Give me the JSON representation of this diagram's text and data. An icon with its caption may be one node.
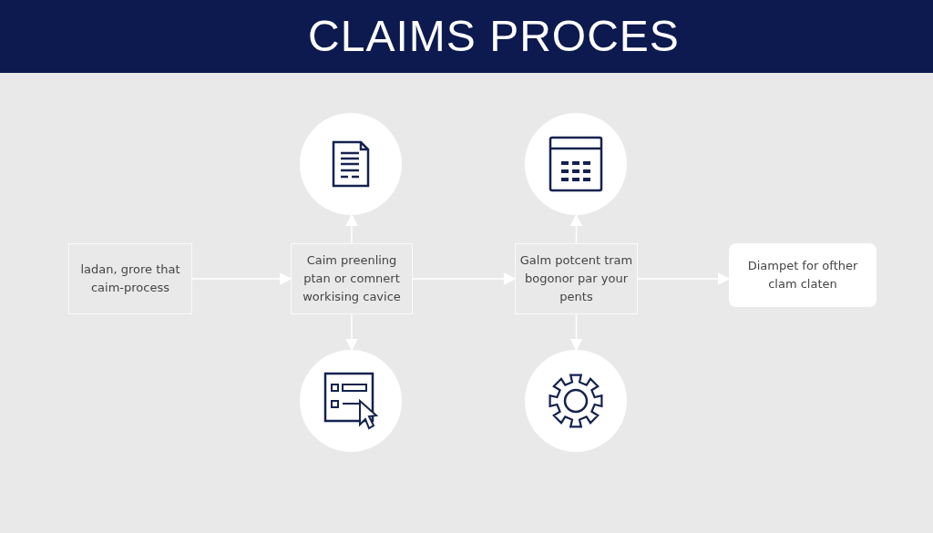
{
  "diagram": {
    "title": "CLAIMS PROCES",
    "nodes": [
      {
        "text": [],
        "shape": "circle"
      },
      {
        "text": [],
        "shape": "circle"
      },
      {
        "text": [
          "ladan, grore that caim-process"
        ]
      },
      {
        "text": [
          "Caim preenling ptan or comnert workising cavice"
        ]
      },
      {
        "text": [
          "Galm potcent tram bogonor par your pents"
        ]
      },
      {
        "text": [
          "Diampet for ofther clam claten"
        ]
      },
      {
        "text": [],
        "shape": "circle"
      },
      {
        "text": [],
        "shape": "circle"
      }
    ],
    "edges": [
      {
        "from": 2,
        "to": 3,
        "arrow": "to"
      },
      {
        "from": 3,
        "to": 4,
        "arrow": "to"
      },
      {
        "from": 4,
        "to": 5,
        "arrow": "to"
      },
      {
        "from": 3,
        "to": 0,
        "arrow": "to"
      },
      {
        "from": 3,
        "to": 6,
        "arrow": "to"
      },
      {
        "from": 4,
        "to": 1,
        "arrow": "to"
      },
      {
        "from": 4,
        "to": 7,
        "arrow": "to"
      }
    ]
  }
}
